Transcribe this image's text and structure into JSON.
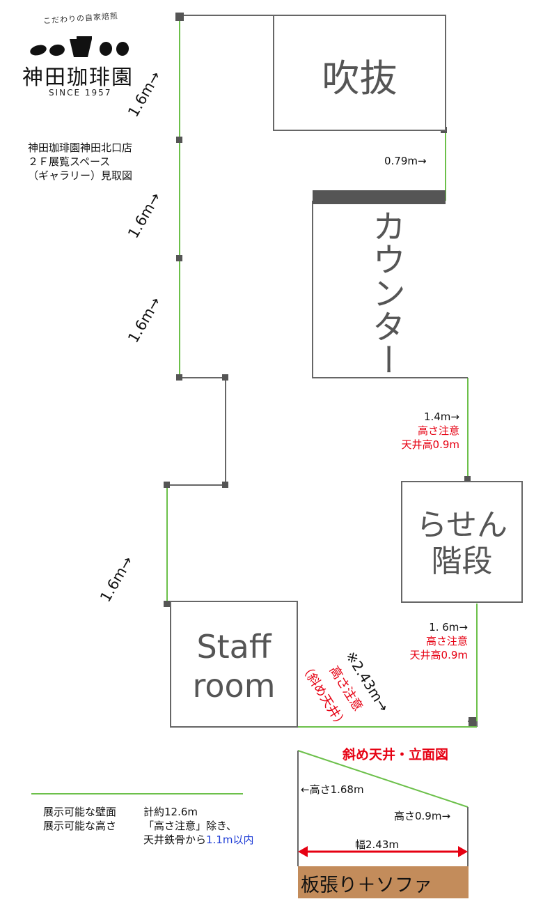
{
  "logo": {
    "tagline": "こだわりの自家焙煎",
    "name": "神田珈琲園",
    "since": "SINCE 1957"
  },
  "description": {
    "line1": "神田珈琲園神田北口店",
    "line2": "２Ｆ展覧スペース",
    "line3": "（ギャラリー）見取図"
  },
  "rooms": {
    "fukinuke": "吹抜",
    "counter": "カウンター",
    "stairs_line1": "らせん",
    "stairs_line2": "階段",
    "staff_line1": "Staff",
    "staff_line2": "room"
  },
  "wall_labels": {
    "w1": "1.6m→",
    "w2": "1.6m→",
    "w3": "1.6m→",
    "w4": "1.6m→",
    "right_top": "0.79m→",
    "right_mid": "1.4m→",
    "right_mid_caution": "高さ注意",
    "right_mid_ceiling": "天井高0.9m",
    "right_low": "1. 6m→",
    "right_low_caution": "高さ注意",
    "right_low_ceiling": "天井高0.9m"
  },
  "diagonal_note": {
    "mark": "※",
    "length": "2.43m→",
    "caution": "高さ注意",
    "ceiling": "（斜め天井）"
  },
  "elevation": {
    "title": "斜め天井・立面図",
    "height_left": "←高さ1.68m",
    "height_right": "高さ0.9m→",
    "width": "幅2.43m",
    "floor": "板張り＋ソファ"
  },
  "legend": {
    "label1": "展示可能な壁面",
    "label2": "展示可能な高さ",
    "value1": "計約12.6m",
    "value2": "「高さ注意」除き、",
    "value3_prefix": "天井鉄骨から",
    "value3_highlight": "1.1m以内"
  },
  "colors": {
    "wall": "#666666",
    "display_wall": "#6cc04a",
    "caution": "#e60012",
    "highlight": "#1e3cd6",
    "floor": "#c38c5b",
    "arrow": "#e60012"
  }
}
